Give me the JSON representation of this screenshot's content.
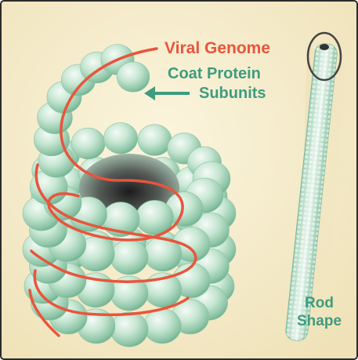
{
  "labels": {
    "viral_genome": "Viral Genome",
    "coat_protein_line1": "Coat Protein",
    "coat_protein_line2": "Subunits",
    "rod_line1": "Rod",
    "rod_line2": "Shape"
  },
  "colors": {
    "background": "#F6EDCB",
    "frame": "#2B2B2B",
    "genome_red": "#E8553C",
    "protein_label_teal": "#3E9C7F",
    "subunit_light": "#EAF6EE",
    "subunit_mid": "#A8D8BE",
    "subunit_dark": "#6FAF8F",
    "zoom_circle": "#444444"
  },
  "icons": [
    "arrow-left-icon"
  ]
}
